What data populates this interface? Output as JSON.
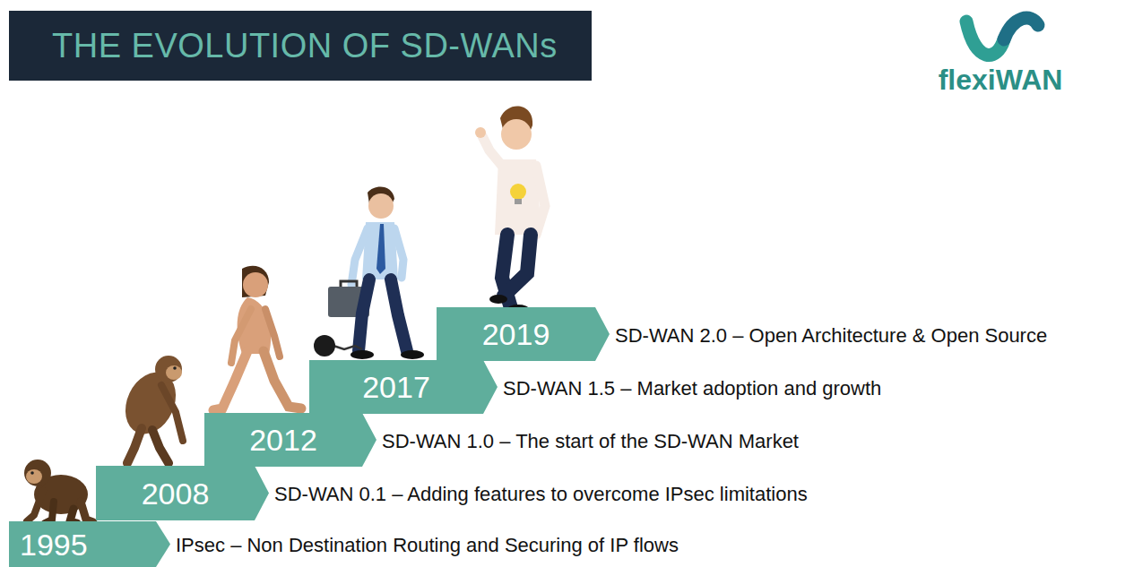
{
  "diagram": {
    "title": "THE EVOLUTION OF SD-WANs",
    "nodes": [
      {
        "text": [
          "1995"
        ]
      },
      {
        "text": [
          "2008"
        ]
      },
      {
        "text": [
          "2012"
        ]
      },
      {
        "text": [
          "2017"
        ]
      },
      {
        "text": [
          "2019"
        ]
      }
    ],
    "labels": [
      "flexiWAN",
      "IPsec – Non Destination Routing and Securing of IP flows",
      "SD-WAN 0.1 – Adding features to overcome IPsec limitations",
      "SD-WAN 1.0 – The start of the SD-WAN Market",
      "SD-WAN 1.5 – Market adoption and growth",
      "SD-WAN 2.0 – Open Architecture & Open Source"
    ]
  }
}
